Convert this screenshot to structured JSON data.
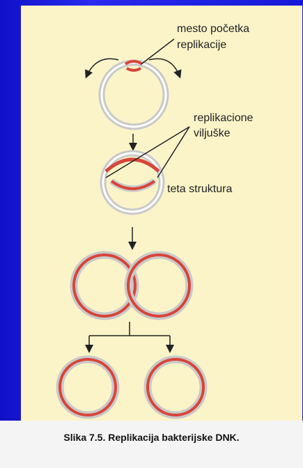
{
  "labels": {
    "origin_line1": "mesto početka",
    "origin_line2": "replikacije",
    "forks_line1": "replikacione",
    "forks_line2": "viljuške",
    "theta": "teta struktura"
  },
  "caption": "Slika 7.5. Replikacija bakterijske DNK.",
  "colors": {
    "strand_red": "#d8453a",
    "strand_grey": "#c9c9c9",
    "background": "#fbf4c9",
    "frame": "#1a1ad8"
  }
}
